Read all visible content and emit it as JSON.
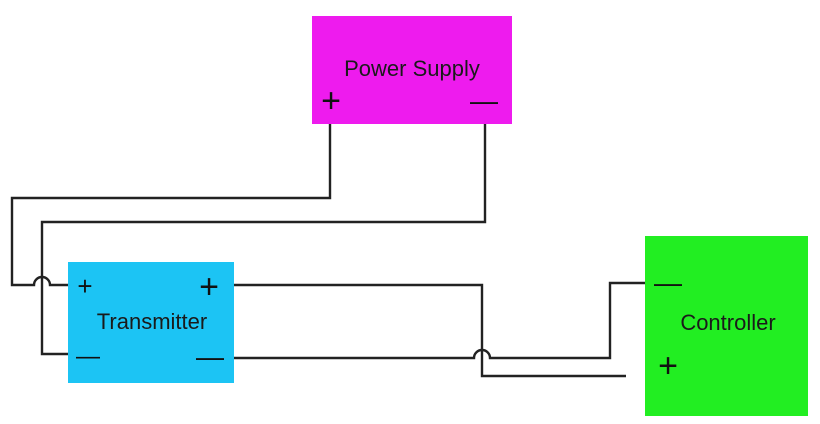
{
  "diagram": {
    "power_supply": {
      "label": "Power Supply",
      "color": "#ee1bee",
      "terminal_positive": "+",
      "terminal_negative": "—"
    },
    "transmitter": {
      "label": "Transmitter",
      "color": "#1cc4f4",
      "terminal_left_positive": "+",
      "terminal_left_negative": "—",
      "terminal_right_positive": "+",
      "terminal_right_negative": "—"
    },
    "controller": {
      "label": "Controller",
      "color": "#22ee22",
      "terminal_negative": "—",
      "terminal_positive": "+"
    },
    "wire_color": "#222222"
  }
}
